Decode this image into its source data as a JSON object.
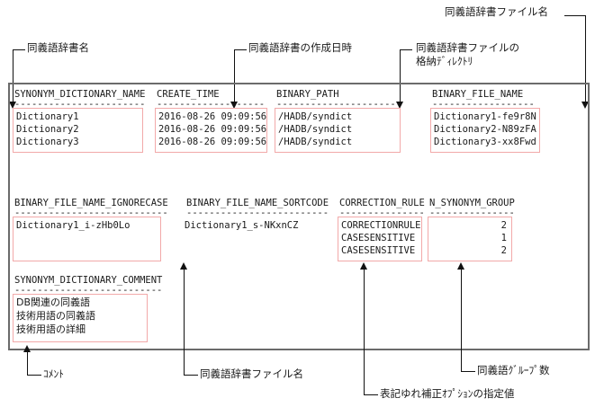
{
  "diagram": {
    "title_note": "SYNONYM dictionary listing output with annotation callouts"
  },
  "table": {
    "section1": {
      "headers": [
        "SYNONYM_DICTIONARY_NAME",
        "CREATE_TIME",
        "BINARY_PATH",
        "BINARY_FILE_NAME"
      ],
      "rules": [
        "-----------------------",
        "-------------------",
        "----------------------",
        "------------------"
      ],
      "columns": {
        "synonym_dictionary_name": [
          "Dictionary1",
          "Dictionary2",
          "Dictionary3"
        ],
        "create_time": [
          "2016-08-26 09:09:56",
          "2016-08-26 09:09:56",
          "2016-08-26 09:09:56"
        ],
        "binary_path": [
          "/HADB/syndict",
          "/HADB/syndict",
          "/HADB/syndict"
        ],
        "binary_file_name": [
          "Dictionary1-fe9r8N",
          "Dictionary2-N89zFA",
          "Dictionary3-xx8Fwd"
        ]
      }
    },
    "section2": {
      "headers": [
        "BINARY_FILE_NAME_IGNORECASE",
        "BINARY_FILE_NAME_SORTCODE",
        "CORRECTION_RULE",
        "N_SYNONYM_GROUP"
      ],
      "rules": [
        "---------------------------",
        "-------------------------",
        "---------------",
        "---------------"
      ],
      "columns": {
        "binary_file_name_ignorecase": [
          "Dictionary1_i-zHb0Lo"
        ],
        "binary_file_name_sortcode": [
          "Dictionary1_s-NKxnCZ"
        ],
        "correction_rule": [
          "CORRECTIONRULE",
          "CASESENSITIVE",
          "CASESENSITIVE"
        ],
        "n_synonym_group": [
          "2",
          "1",
          "2"
        ]
      }
    },
    "section3": {
      "header": "SYNONYM_DICTIONARY_COMMENT",
      "rule": "--------------------------",
      "values": [
        "DB関連の同義語",
        "技術用語の同義語",
        "技術用語の詳細"
      ]
    }
  },
  "annotations": {
    "dictionary_name": "同義語辞書名",
    "create_time": "同義語辞書の作成日時",
    "binary_path_line1": "同義語辞書ファイルの",
    "binary_path_line2": "格納ﾃﾞｨﾚｸﾄﾘ",
    "binary_file_name_top": "同義語辞書ファイル名",
    "comment": "ｺﾒﾝﾄ",
    "dictionary_file_name_bottom": "同義語辞書ファイル名",
    "correction_rule": "表記ゆれ補正ｵﾌﾟｼｮﾝの指定値",
    "n_synonym_group": "同義語ｸﾞﾙｰﾌﾟ数"
  },
  "colors": {
    "box_outline": "#f2a9a9",
    "frame": "#6b6b6b",
    "text": "#1a1a1a",
    "leader": "#111111"
  }
}
